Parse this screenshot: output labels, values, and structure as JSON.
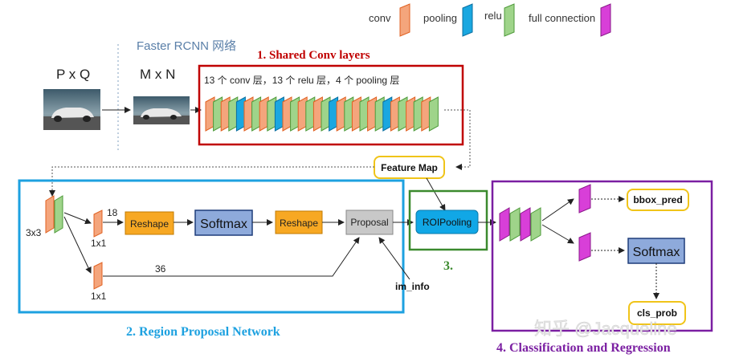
{
  "colors": {
    "conv": "#f4a57c",
    "pooling": "#1aa7e0",
    "relu": "#9fd48a",
    "fc": "#d83fd8",
    "shared_box": "#c00000",
    "rpn_box": "#1da1e0",
    "roi_box": "#3b8a2e",
    "cls_box": "#7b1fa2",
    "reshape": "#f7a823",
    "softmax": "#8eaadb",
    "proposal": "#c8c8c8",
    "roipool": "#11a7e6",
    "yellow_border": "#f0c419"
  },
  "legend": {
    "conv": "conv",
    "pooling": "pooling",
    "relu": "relu",
    "fc": "full connection"
  },
  "header": {
    "faster_rcnn": "Faster RCNN 网络",
    "pxq": "P x Q",
    "mxn": "M x N"
  },
  "shared": {
    "title": "1. Shared Conv layers",
    "desc": "13 个 conv 层，13 个 relu 层，4 个 pooling 层"
  },
  "feature_map": "Feature Map",
  "rpn": {
    "title": "2. Region Proposal Network",
    "k3": "3x3",
    "k1a": "1x1",
    "k1b": "1x1",
    "n18": "18",
    "n36": "36",
    "reshape1": "Reshape",
    "softmax": "Softmax",
    "reshape2": "Reshape",
    "proposal": "Proposal",
    "im_info": "im_info"
  },
  "roi": {
    "label": "ROIPooling",
    "title": "3."
  },
  "cls": {
    "title": "4. Classification and Regression",
    "bbox": "bbox_pred",
    "softmax": "Softmax",
    "prob": "cls_prob"
  },
  "watermark": "知乎 @Jacqueline"
}
